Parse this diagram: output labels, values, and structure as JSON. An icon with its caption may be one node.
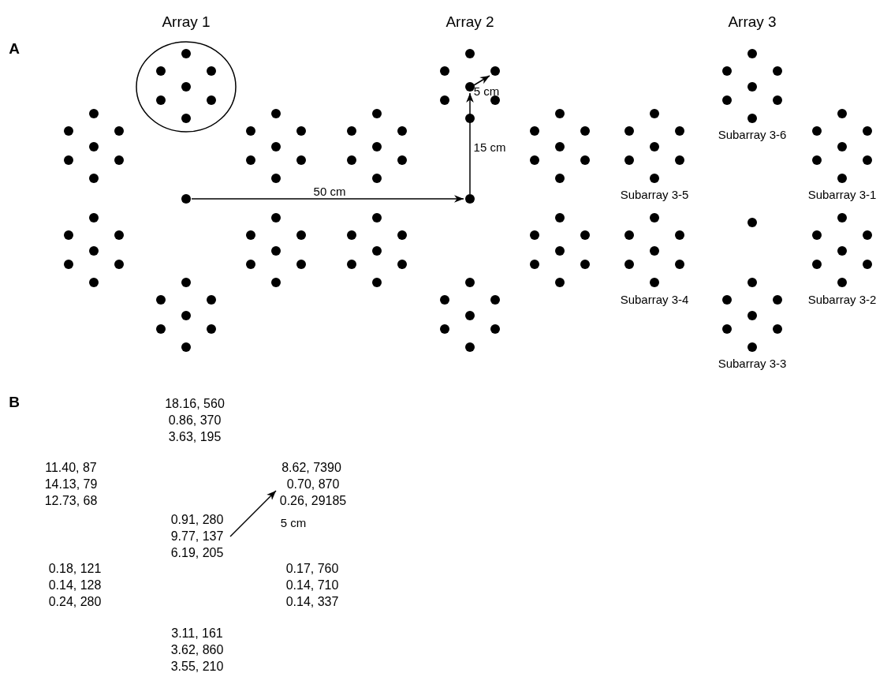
{
  "diagram": {
    "labels": [
      "Array 1",
      "Array 2",
      "Array 3",
      "A",
      "5 cm",
      "Subarray 3-6",
      "15 cm",
      "50 cm",
      "Subarray 3-5",
      "Subarray 3-1",
      "Subarray 3-4",
      "Subarray 3-2",
      "Subarray 3-3",
      "B",
      "18.16, 560",
      "0.86, 370",
      "3.63, 195",
      "11.40, 87",
      "8.62, 7390",
      "14.13, 79",
      "0.70, 870",
      "12.73, 68",
      "0.26, 29185",
      "0.91, 280",
      "5 cm",
      "9.77, 137",
      "6.19, 205",
      "0.18, 121",
      "0.17, 760",
      "0.14, 128",
      "0.14, 710",
      "0.24, 280",
      "0.14, 337",
      "3.11, 161",
      "3.62, 860",
      "3.55, 210"
    ]
  }
}
